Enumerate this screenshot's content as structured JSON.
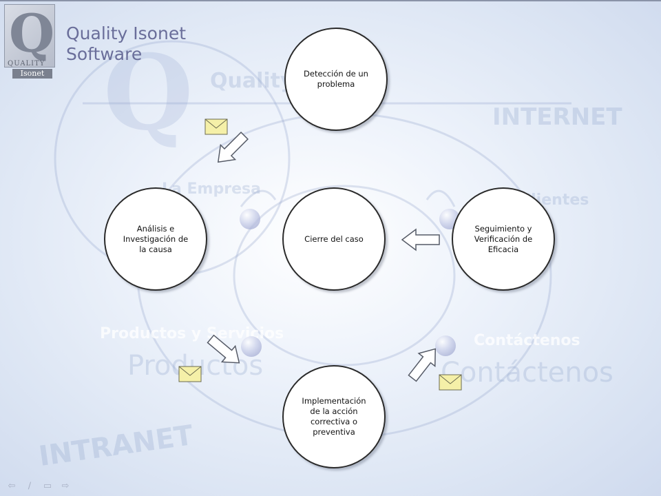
{
  "brand": {
    "name_line1": "Quality Isonet",
    "name_line2": "Software",
    "logo_letter": "Q",
    "logo_quality": "QUALITY",
    "logo_isonet": "Isonet"
  },
  "background_words": {
    "quality": "Quality I",
    "internet": "INTERNET",
    "empresa": "La Empresa",
    "clientes": "Clientes",
    "productos": "Productos y Servicios",
    "productos_big": "Productos",
    "contactenos": "Contáctenos",
    "contactenos_big": "Contáctenos",
    "intranet": "INTRANET"
  },
  "nodes": {
    "deteccion": "Detección de un\nproblema",
    "analisis": "Análisis e\nInvestigación de\nla causa",
    "cierre": "Cierre del caso",
    "seguimiento": "Seguimiento y\nVerificación de\nEficacia",
    "implementacion": "Implementación\nde la acción\ncorrectiva o\npreventiva"
  },
  "nav": {
    "prev": "⇦",
    "pen": "∕",
    "menu": "▭",
    "next": "⇨"
  },
  "colors": {
    "brand_text": "#6a6e9a",
    "node_border": "#2a2a2a",
    "envelope": "#f5f0a8"
  }
}
